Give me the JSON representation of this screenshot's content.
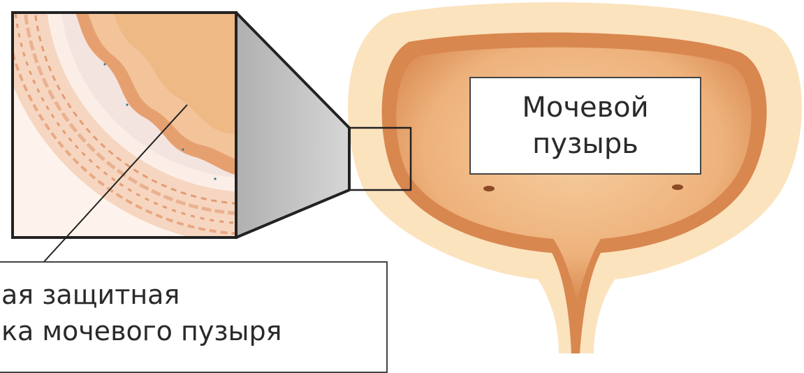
{
  "labels": {
    "bladder": {
      "line1": "Мочевой",
      "line2": "пузырь"
    },
    "lining": {
      "line1": "ая защитная",
      "line2": "ка мочевого пузыря"
    }
  },
  "colors": {
    "outer_wall": "#fbe3be",
    "inner_wall": "#d8874f",
    "lumen": "#f2bd8a",
    "zoom_connector": "#b3b3b3",
    "outline": "#222222"
  }
}
